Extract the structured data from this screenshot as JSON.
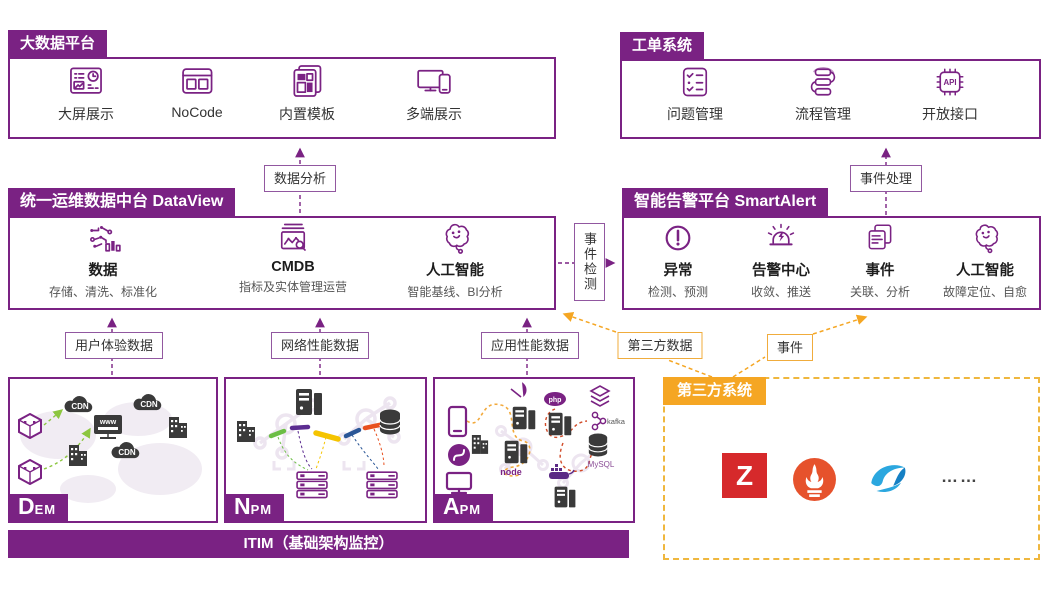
{
  "colors": {
    "purple": "#7A2283",
    "orange": "#F5A623",
    "dark_icon": "#3A3A3A",
    "green_arrow": "#8CC63F",
    "zabbix_red": "#D6292B",
    "prometheus_orange": "#E6522C",
    "bird_blue": "#2BA7DF"
  },
  "bigdata": {
    "title": "大数据平台",
    "items": [
      {
        "label": "大屏展示",
        "icon": "dashboard-screen-icon"
      },
      {
        "label": "NoCode",
        "icon": "nocode-browser-icon"
      },
      {
        "label": "内置模板",
        "icon": "template-icon"
      },
      {
        "label": "多端展示",
        "icon": "multi-device-icon"
      }
    ]
  },
  "ticket": {
    "title": "工单系统",
    "api_text": "API",
    "items": [
      {
        "label": "问题管理",
        "icon": "problem-checklist-icon"
      },
      {
        "label": "流程管理",
        "icon": "process-flow-icon"
      },
      {
        "label": "开放接口",
        "icon": "open-api-icon"
      }
    ]
  },
  "dataview": {
    "title": "统一运维数据中台 DataView",
    "items": [
      {
        "label": "数据",
        "sub": "存储、清洗、标准化",
        "icon": "data-circuit-icon"
      },
      {
        "label": "CMDB",
        "sub": "指标及实体管理运营",
        "icon": "cmdb-chart-icon"
      },
      {
        "label": "人工智能",
        "sub": "智能基线、BI分析",
        "icon": "ai-brain-icon"
      }
    ]
  },
  "smartalert": {
    "title": "智能告警平台 SmartAlert",
    "items": [
      {
        "label": "异常",
        "sub": "检测、预测",
        "icon": "alert-exclamation-icon"
      },
      {
        "label": "告警中心",
        "sub": "收敛、推送",
        "icon": "alarm-siren-icon"
      },
      {
        "label": "事件",
        "sub": "关联、分析",
        "icon": "event-docs-icon"
      },
      {
        "label": "人工智能",
        "sub": "故障定位、自愈",
        "icon": "ai-brain-icon"
      }
    ]
  },
  "connectors": {
    "data_analysis": "数据分析",
    "event_handling": "事件处理",
    "event_detection": "事件检测",
    "user_experience_data": "用户体验数据",
    "network_performance_data": "网络性能数据",
    "app_performance_data": "应用性能数据",
    "third_party_data": "第三方数据",
    "event": "事件"
  },
  "monitoring": {
    "dem": {
      "initial": "D",
      "rest": "EM"
    },
    "npm": {
      "initial": "N",
      "rest": "PM"
    },
    "apm": {
      "initial": "A",
      "rest": "PM"
    },
    "itim": "ITIM（基础架构监控）",
    "dem_labels": {
      "cdn": "CDN",
      "www": "www"
    },
    "apm_labels": {
      "php": "php",
      "kafka": "kafka",
      "mysql": "MySQL",
      "node": "node"
    }
  },
  "third_party": {
    "title": "第三方系统",
    "zabbix_letter": "Z",
    "ellipsis": "……"
  }
}
